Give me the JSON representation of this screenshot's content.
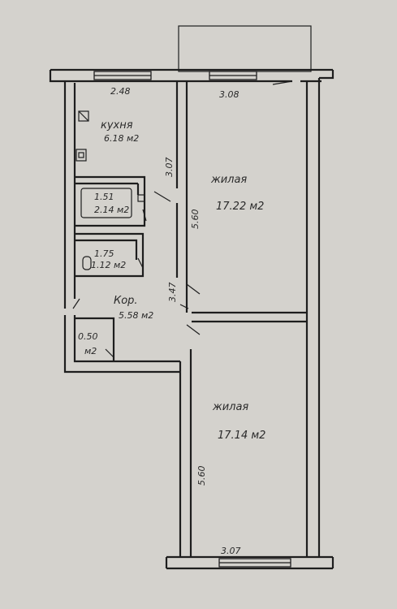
{
  "plan": {
    "kitchen": {
      "dimension": "2.48",
      "name": "кухня",
      "area": "6.18 м2"
    },
    "kitchen_side_dimension": "3.07",
    "room_top": {
      "name": "жилая",
      "area": "17.22 м2",
      "top_dimension": "3.08",
      "side_dimension": "5.60"
    },
    "bathroom": {
      "dimension": "1.51",
      "area": "2.14 м2"
    },
    "toilet": {
      "dimension": "1.75",
      "area": "1.12 м2"
    },
    "corridor": {
      "name": "Кор.",
      "area": "5.58 м2",
      "side_dimension": "3.47"
    },
    "closet": {
      "dimension": "0.50",
      "area": "м2"
    },
    "room_bottom": {
      "name": "жилая",
      "area": "17.14 м2",
      "side_dimension": "5.60",
      "bottom_dimension": "3.07"
    }
  }
}
